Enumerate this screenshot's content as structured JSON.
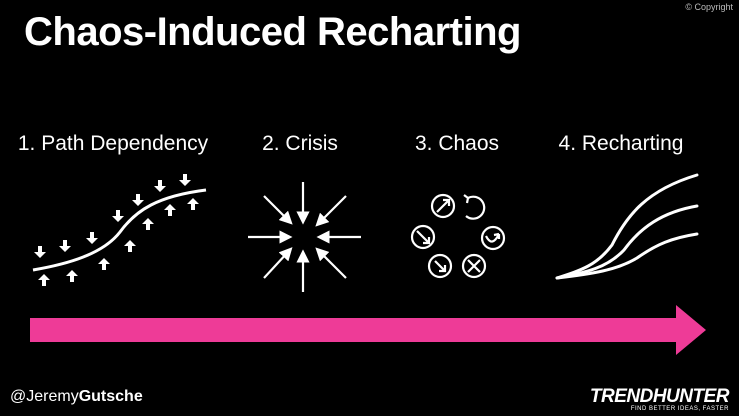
{
  "copyright": "© Copyright",
  "title": "Chaos-Induced Recharting",
  "steps": [
    {
      "label": "1. Path Dependency",
      "icon": "path-dependency-icon"
    },
    {
      "label": "2. Crisis",
      "icon": "crisis-arrows-icon"
    },
    {
      "label": "3. Chaos",
      "icon": "chaos-circles-icon"
    },
    {
      "label": "4. Recharting",
      "icon": "recharting-curves-icon"
    }
  ],
  "colors": {
    "accent": "#ee3b97",
    "background": "#000000",
    "text": "#ffffff"
  },
  "footer": {
    "handle_prefix": "@Jeremy",
    "handle_bold": "Gutsche",
    "brand": "TRENDHUNTER",
    "tagline": "FIND BETTER IDEAS, FASTER"
  }
}
